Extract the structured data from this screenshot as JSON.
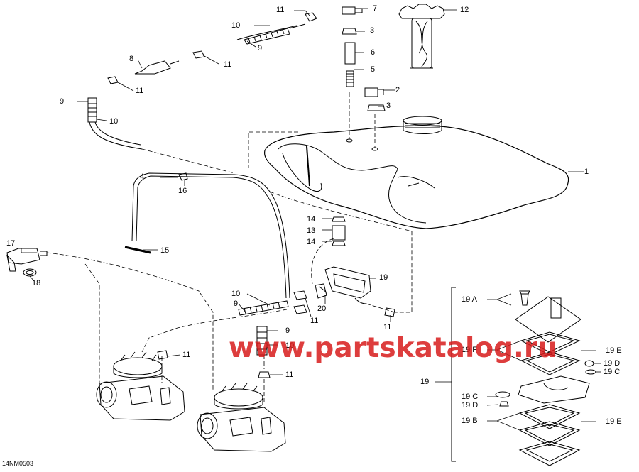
{
  "diagram": {
    "drawing_code": "14NM0503",
    "watermark": "www.partskatalog.ru",
    "callouts": [
      {
        "id": "c1",
        "text": "1"
      },
      {
        "id": "c2",
        "text": "2"
      },
      {
        "id": "c3a",
        "text": "3"
      },
      {
        "id": "c3b",
        "text": "3"
      },
      {
        "id": "c4",
        "text": "4"
      },
      {
        "id": "c5",
        "text": "5"
      },
      {
        "id": "c6",
        "text": "6"
      },
      {
        "id": "c7",
        "text": "7"
      },
      {
        "id": "c8",
        "text": "8"
      },
      {
        "id": "c9a",
        "text": "9"
      },
      {
        "id": "c9b",
        "text": "9"
      },
      {
        "id": "c9c",
        "text": "9"
      },
      {
        "id": "c9d",
        "text": "9"
      },
      {
        "id": "c10a",
        "text": "10"
      },
      {
        "id": "c10b",
        "text": "10"
      },
      {
        "id": "c10c",
        "text": "10"
      },
      {
        "id": "c10d",
        "text": "10"
      },
      {
        "id": "c11a",
        "text": "11"
      },
      {
        "id": "c11b",
        "text": "11"
      },
      {
        "id": "c11c",
        "text": "11"
      },
      {
        "id": "c11d",
        "text": "11"
      },
      {
        "id": "c11e",
        "text": "11"
      },
      {
        "id": "c11f",
        "text": "11"
      },
      {
        "id": "c11g",
        "text": "11"
      },
      {
        "id": "c12",
        "text": "12"
      },
      {
        "id": "c13",
        "text": "13"
      },
      {
        "id": "c14a",
        "text": "14"
      },
      {
        "id": "c14b",
        "text": "14"
      },
      {
        "id": "c15",
        "text": "15"
      },
      {
        "id": "c16",
        "text": "16"
      },
      {
        "id": "c17",
        "text": "17"
      },
      {
        "id": "c18",
        "text": "18"
      },
      {
        "id": "c19a",
        "text": "19"
      },
      {
        "id": "c19b",
        "text": "19"
      },
      {
        "id": "c20",
        "text": "20"
      },
      {
        "id": "c19A",
        "text": "19 A"
      },
      {
        "id": "c19F",
        "text": "19 F"
      },
      {
        "id": "c19E1",
        "text": "19 E"
      },
      {
        "id": "c19D1",
        "text": "19 D"
      },
      {
        "id": "c19C1",
        "text": "19 C"
      },
      {
        "id": "c19C2",
        "text": "19 C"
      },
      {
        "id": "c19D2",
        "text": "19 D"
      },
      {
        "id": "c19B",
        "text": "19 B"
      },
      {
        "id": "c19E2",
        "text": "19 E"
      }
    ]
  }
}
